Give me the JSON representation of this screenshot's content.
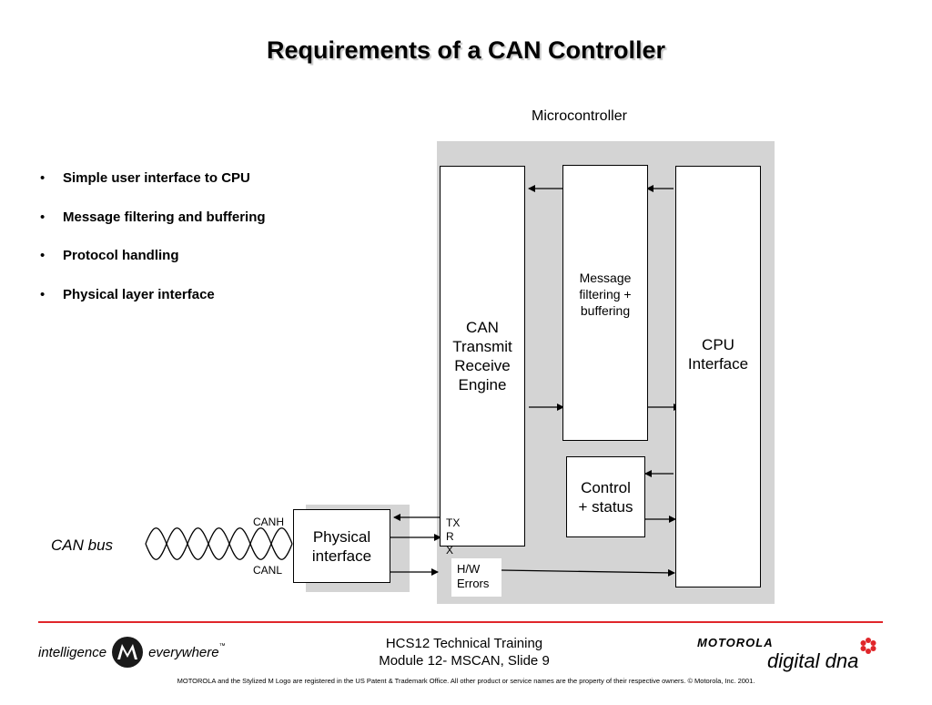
{
  "slide": {
    "title": "Requirements of a CAN Controller",
    "bullets": [
      "Simple user interface to CPU",
      "Message filtering and buffering",
      "Protocol handling",
      "Physical layer interface"
    ],
    "bullet_char": "•"
  },
  "diagram": {
    "microcontroller_label": "Microcontroller",
    "can_engine": [
      "CAN",
      "Transmit",
      "Receive",
      "Engine"
    ],
    "message_filter": [
      "Message",
      "filtering +",
      "buffering"
    ],
    "cpu_interface": [
      "CPU",
      "Interface"
    ],
    "control_status": [
      "Control",
      "+ status"
    ],
    "physical_interface": [
      "Physical",
      "interface"
    ],
    "hw_errors": [
      "H/W",
      "Errors"
    ],
    "txrx": [
      "TX",
      "R",
      "X"
    ],
    "canh": "CANH",
    "canl": "CANL",
    "can_bus": "CAN bus"
  },
  "footer": {
    "line1": "HCS12 Technical Training",
    "line2": "Module 12- MSCAN, Slide 9",
    "left_logo_left": "intelligence",
    "left_logo_right": "everywhere",
    "tm": "™",
    "right_logo_top": "MOTOROLA",
    "right_logo_bottom": "digital dna",
    "legal": "MOTOROLA and the Stylized M Logo are registered in the US Patent & Trademark Office. All other  product or service names are the property of their respective owners.  © Motorola, Inc. 2001."
  },
  "colors": {
    "accent_red": "#e0262a",
    "panel_gray": "#d4d4d4"
  }
}
